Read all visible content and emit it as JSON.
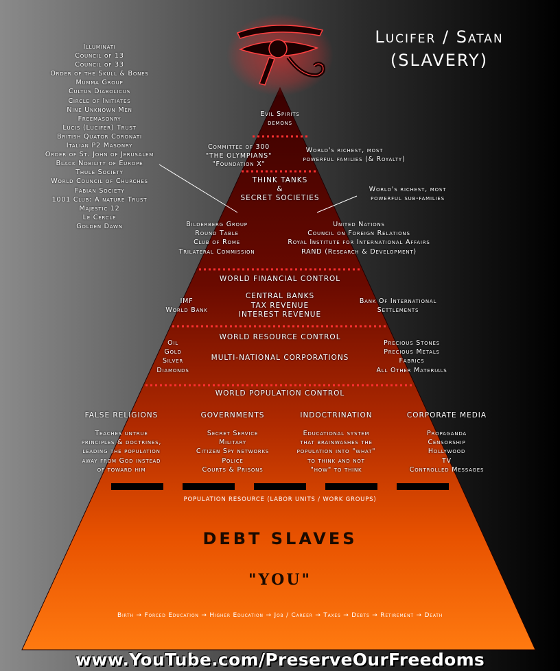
{
  "title": {
    "line1": "Lucifer / Satan",
    "line2": "(SLAVERY)"
  },
  "left_organizations": [
    "Illuminati",
    "Council of 13",
    "Council of 33",
    "Order of the Skull & Bones",
    "Mumma Group",
    "Cultus Diabolicus",
    "Circle of Initiates",
    "Nine Unknown Men",
    "Freemasonry",
    "Lucis (Lucifer) Trust",
    "British Quator Coronati",
    "Italian P2 Masonry",
    "Order of St. John of Jerusalem",
    "Black Nobility of Europe",
    "Thule Society",
    "World Council of Churches",
    "Fabian Society",
    "1001 Club:  A nature Trust",
    "Majestic 12",
    "Le Cercle",
    "Golden Dawn"
  ],
  "tier1": {
    "line1": "Evil Spirits",
    "line2": "demons"
  },
  "tier2": {
    "left": [
      "Committee of 300",
      "\"THE OLYMPIANS\"",
      "\"Foundation X\""
    ],
    "right": [
      "World's richest, most",
      "powerful families (& Royalty)"
    ]
  },
  "tier3": {
    "center": [
      "THINK TANKS",
      "&",
      "SECRET SOCIETIES"
    ],
    "right_note": [
      "World's richest, most",
      "powerful sub-families"
    ],
    "left_groups": [
      "Bilderberg Group",
      "Round Table",
      "Club of Rome",
      "Trilateral Commission"
    ],
    "right_groups": [
      "United Nations",
      "Council on Foreign Relations",
      "Royal Institute for International Affairs",
      "RAND (Research & Development)"
    ]
  },
  "tier4": {
    "header": "WORLD FINANCIAL CONTROL",
    "left": [
      "IMF",
      "World Bank"
    ],
    "center": [
      "CENTRAL BANKS",
      "TAX REVENUE",
      "INTEREST REVENUE"
    ],
    "right": [
      "Bank Of International",
      "Settlements"
    ]
  },
  "tier5": {
    "header": "WORLD RESOURCE CONTROL",
    "left": [
      "Oil",
      "Gold",
      "Silver",
      "Diamonds"
    ],
    "center": "MULTI-NATIONAL CORPORATIONS",
    "right": [
      "Precious Stones",
      "Precious Metals",
      "Fabrics",
      "All Other Materials"
    ]
  },
  "tier6": {
    "header": "WORLD POPULATION CONTROL",
    "columns": [
      {
        "title": "FALSE RELIGIONS",
        "items": [
          "Teaches untrue",
          "principles & doctrines,",
          "leading the population",
          "away from God instead",
          "of toward him"
        ]
      },
      {
        "title": "GOVERNMENTS",
        "items": [
          "Secret Service",
          "Military",
          "Citizen Spy networks",
          "Police",
          "Courts & Prisons"
        ]
      },
      {
        "title": "INDOCTRINATION",
        "items": [
          "Educational system",
          "that brainwashes the",
          "population into \"what\"",
          "to think and not",
          "\"how\" to think"
        ]
      },
      {
        "title": "CORPORATE MEDIA",
        "items": [
          "Propaganda",
          "Censorship",
          "Hollywood",
          "TV",
          "Controlled Messages"
        ]
      }
    ]
  },
  "population_resource": "POPULATION RESOURCE (LABOR UNITS / WORK GROUPS)",
  "debt_slaves": "DEBT SLAVES",
  "you": "\"YOU\"",
  "lifecycle": "Birth → Forced Education → Higher Education → Job / Career → Taxes → Debts → Retirement → Death",
  "footer": "www.YouTube.com/PreserveOurFreedoms",
  "colors": {
    "apex": "#4a0000",
    "base": "#ff6a00",
    "divider": "#ff3030",
    "eye_glow": "#ff3b3b"
  }
}
